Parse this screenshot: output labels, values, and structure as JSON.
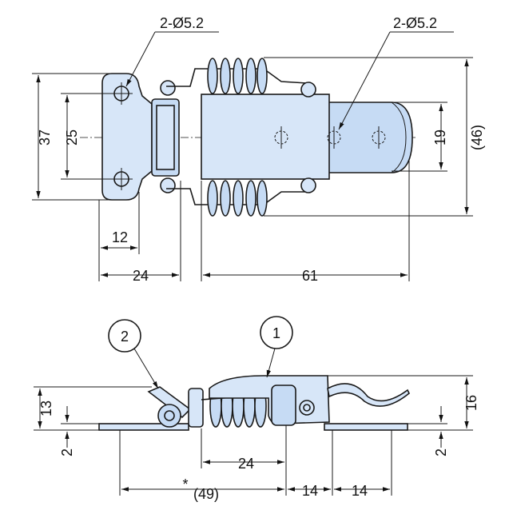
{
  "top_view": {
    "dims": {
      "hole_left": "2-Ø5.2",
      "hole_right": "2-Ø5.2",
      "height_37": "37",
      "height_25": "25",
      "height_19": "19",
      "height_46": "(46)",
      "width_12": "12",
      "width_24": "24",
      "width_61": "61"
    }
  },
  "side_view": {
    "callouts": {
      "one": "1",
      "two": "2"
    },
    "dims": {
      "h13": "13",
      "h2_left": "2",
      "h16": "16",
      "h2_right": "2",
      "w24": "24",
      "star": "*",
      "w49": "(49)",
      "w14a": "14",
      "w14b": "14"
    }
  }
}
